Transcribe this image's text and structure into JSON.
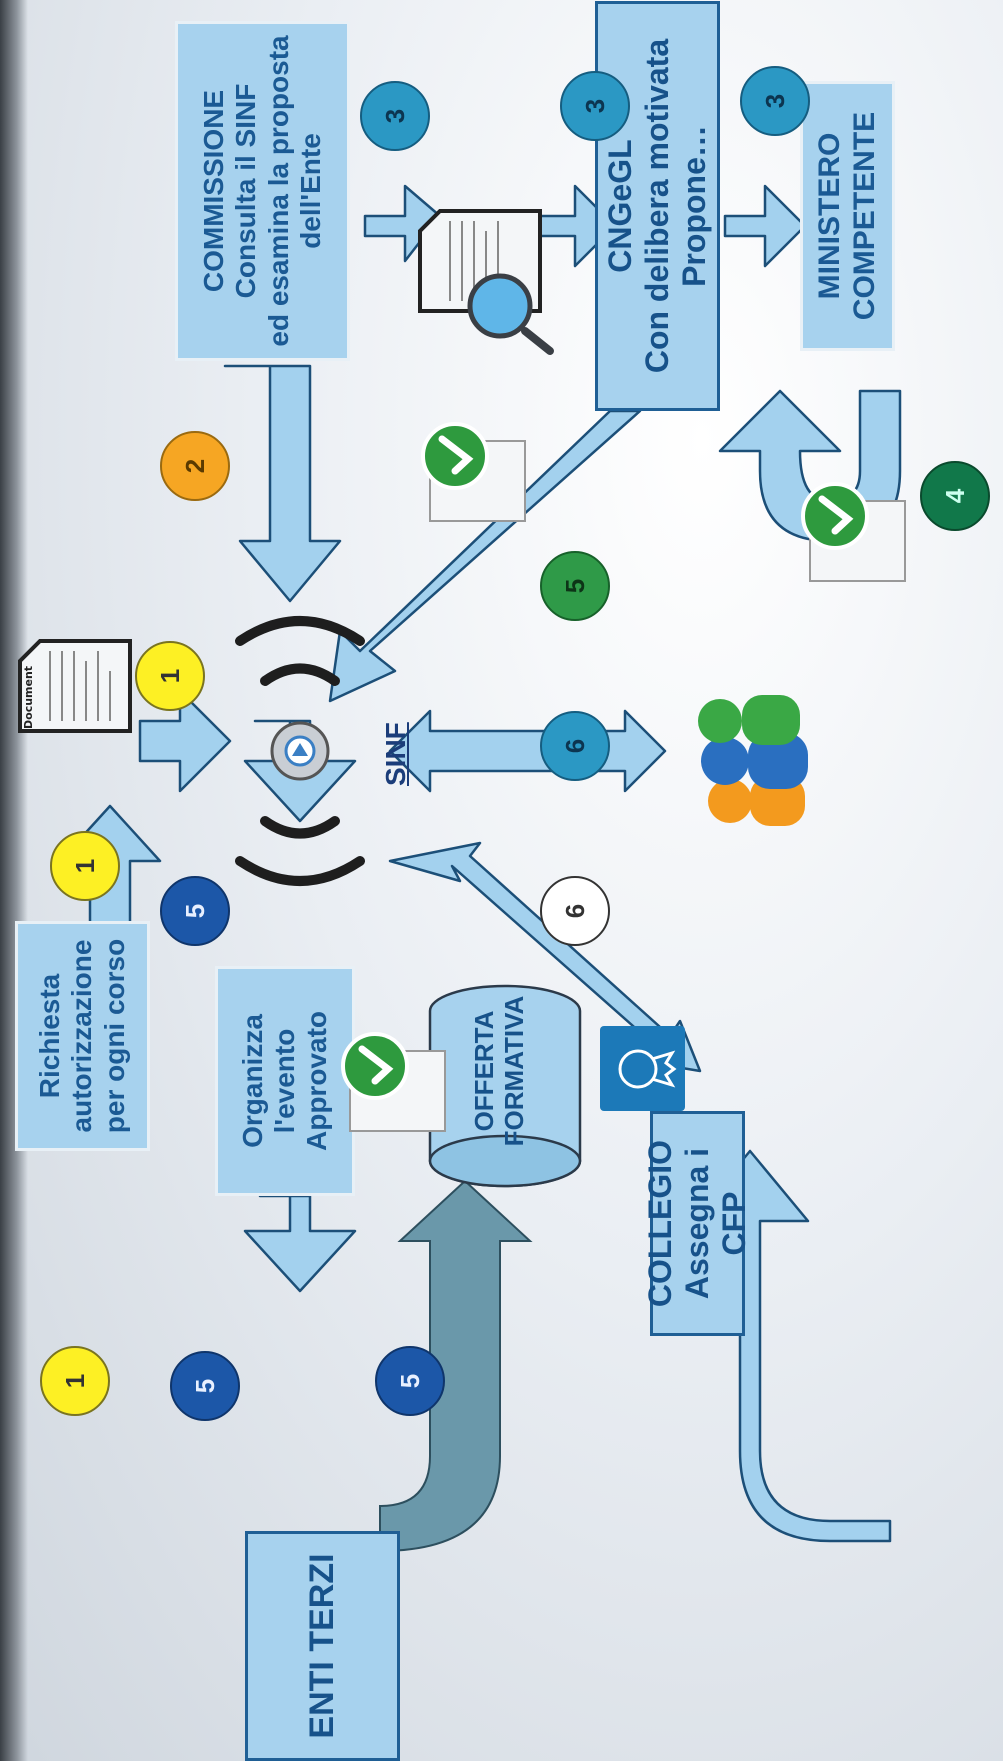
{
  "boxes": {
    "enti_terzi": "ENTI TERZI",
    "richiesta": "Richiesta\nautorizzazione\nper ogni corso",
    "organizza": "Organizza\nl'evento\nApprovato",
    "collegio": "COLLEGIO\nAssegna i CFP",
    "commissione": "COMMISSIONE\nConsulta il SINF\ned esamina la proposta\ndell'Ente",
    "cngegl": "CNGeGL\nCon delibera motivata\nPropone…",
    "ministero": "MINISTERO\nCOMPETENTE"
  },
  "cylinder_label": "OFFERTA\nFORMATIVA",
  "sinf_label": "SINF",
  "document_heading": "Document",
  "step_numbers": {
    "s1a": "1",
    "s1b": "1",
    "s1c": "1",
    "s2": "2",
    "s3a": "3",
    "s3b": "3",
    "s3c": "3",
    "s4": "4",
    "s5a": "5",
    "s5b": "5",
    "s5c": "5",
    "s5d": "5",
    "s6a": "6",
    "s6b": "6"
  },
  "colors": {
    "box_fill": "#a7d2ee",
    "box_border": "#1f5f95",
    "arrow_fill": "#a3d1ee",
    "arrow_stroke": "#1c4f78",
    "yellow": "#fdf024",
    "orange": "#f6a623",
    "teal": "#2b98c4",
    "navy": "#1c57a8",
    "green": "#2f9a48",
    "dark_green": "#11784a"
  }
}
